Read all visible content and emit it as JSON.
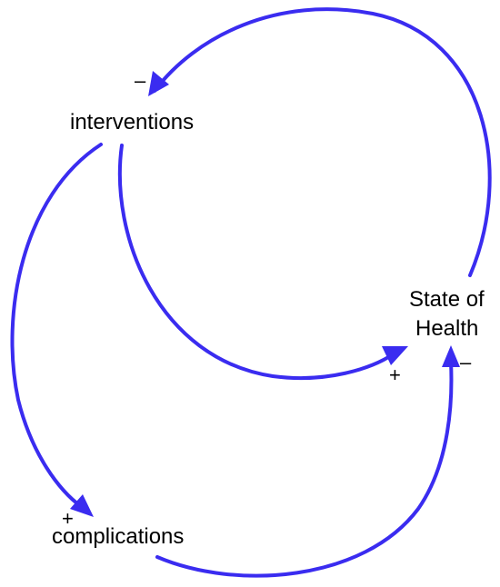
{
  "diagram": {
    "type": "causal-loop",
    "link_color": "#3a2cf0",
    "nodes": {
      "interventions": "interventions",
      "state_of_health_line1": "State of",
      "state_of_health_line2": "Health",
      "complications": "complications"
    },
    "links": [
      {
        "from": "State of Health",
        "to": "interventions",
        "polarity": "–"
      },
      {
        "from": "interventions",
        "to": "State of Health",
        "polarity": "+"
      },
      {
        "from": "interventions",
        "to": "complications",
        "polarity": "+"
      },
      {
        "from": "complications",
        "to": "State of Health",
        "polarity": "–"
      }
    ]
  }
}
